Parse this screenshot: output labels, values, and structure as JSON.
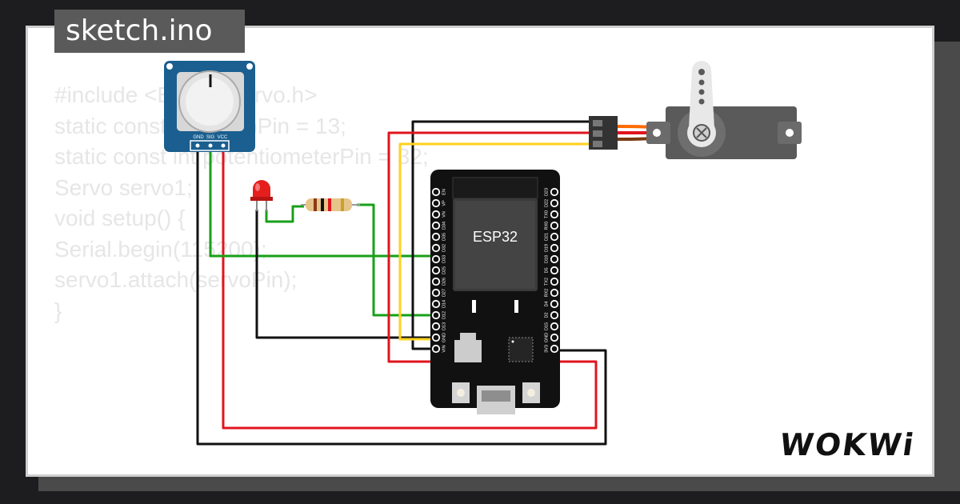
{
  "tab": {
    "label": "sketch.ino"
  },
  "code": {
    "lines": [
      "#include <ESP32Servo.h>",
      "",
      "static const int servoPin = 13;",
      "static const int potentiometerPin = 32;",
      "",
      "Servo servo1;",
      "",
      "void setup() {",
      "Serial.begin(115200);",
      "servo1.attach(servoPin);",
      "",
      "}"
    ]
  },
  "potentiometer": {
    "pins": [
      "GND",
      "SIG",
      "VCC"
    ]
  },
  "esp32": {
    "label": "ESP32",
    "left_pins": [
      "EN",
      "VP",
      "VN",
      "D34",
      "D35",
      "D32",
      "D33",
      "D25",
      "D26",
      "D27",
      "D14",
      "D12",
      "D13",
      "GND",
      "VIN"
    ],
    "right_pins": [
      "D23",
      "D22",
      "TX0",
      "RX0",
      "D21",
      "D19",
      "D18",
      "D5",
      "TX2",
      "RX2",
      "D4",
      "D2",
      "D15",
      "GND",
      "3V3"
    ]
  },
  "brand": {
    "name": "WOKWi"
  },
  "colors": {
    "wire_black": "#111111",
    "wire_red": "#e0141e",
    "wire_green": "#18a018",
    "wire_yellow": "#ffd21e",
    "board": "#111111",
    "pcb_blue": "#1a5f8f"
  }
}
